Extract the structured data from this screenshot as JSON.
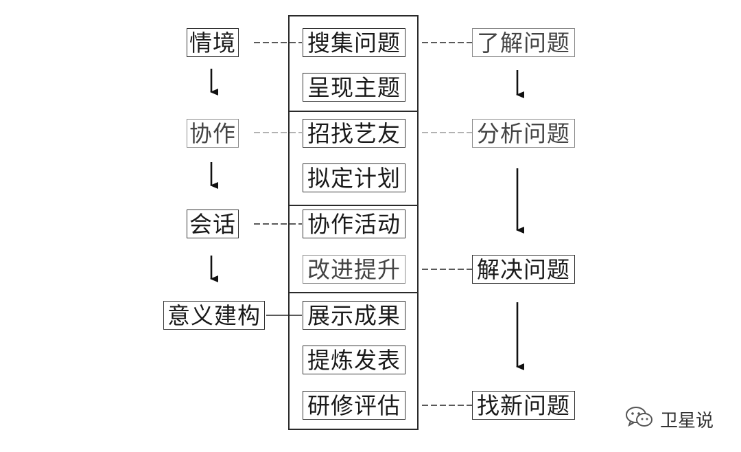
{
  "left_column": {
    "situation": "情境",
    "collaboration": "协作",
    "conversation": "会话",
    "meaning_construction": "意义建构"
  },
  "center_column": {
    "collect_questions": "搜集问题",
    "present_theme": "呈现主题",
    "recruit_partners": "招找艺友",
    "draft_plan": "拟定计划",
    "collaborative_activity": "协作活动",
    "improve": "改进提升",
    "show_results": "展示成果",
    "refine_publish": "提炼发表",
    "training_evaluation": "研修评估"
  },
  "right_column": {
    "understand_problem": "了解问题",
    "analyze_problem": "分析问题",
    "solve_problem": "解决问题",
    "find_new_problem": "找新问题"
  },
  "watermark": {
    "text": "卫星说",
    "icon": "wechat-icon"
  }
}
